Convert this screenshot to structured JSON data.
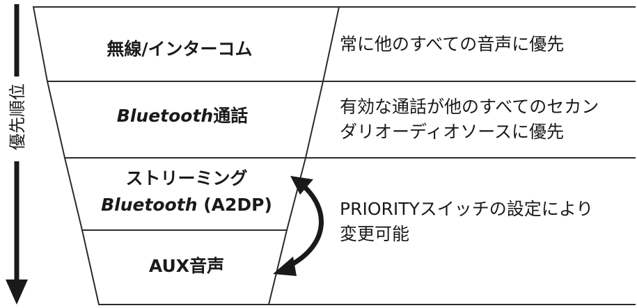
{
  "axis": {
    "label": "優先順位"
  },
  "tiers": [
    {
      "label": "無線/インターコム",
      "style": "bold"
    },
    {
      "label": "Bluetooth通話",
      "style": "mixed",
      "italic_part": "Bluetooth",
      "normal_part": "通話"
    },
    {
      "label_line1": "ストリーミング",
      "label_line2_italic": "Bluetooth",
      "label_line2_normal": " (A2DP)"
    },
    {
      "label": "AUX音声",
      "style": "bold"
    }
  ],
  "descriptions": [
    {
      "lines": [
        "常に他のすべての音声に優先"
      ]
    },
    {
      "lines": [
        "有効な通話が他のすべてのセカン",
        "ダリオーディオソースに優先"
      ]
    },
    {
      "lines": [
        "PRIORITYスイッチの設定により",
        "変更可能"
      ]
    }
  ],
  "colors": {
    "line": "#2b2b2b",
    "text": "#1a1a1a",
    "background": "#ffffff"
  },
  "icons": {
    "axis_arrow": "down-arrow-icon",
    "swap_arrow": "curved-double-arrow-icon"
  }
}
